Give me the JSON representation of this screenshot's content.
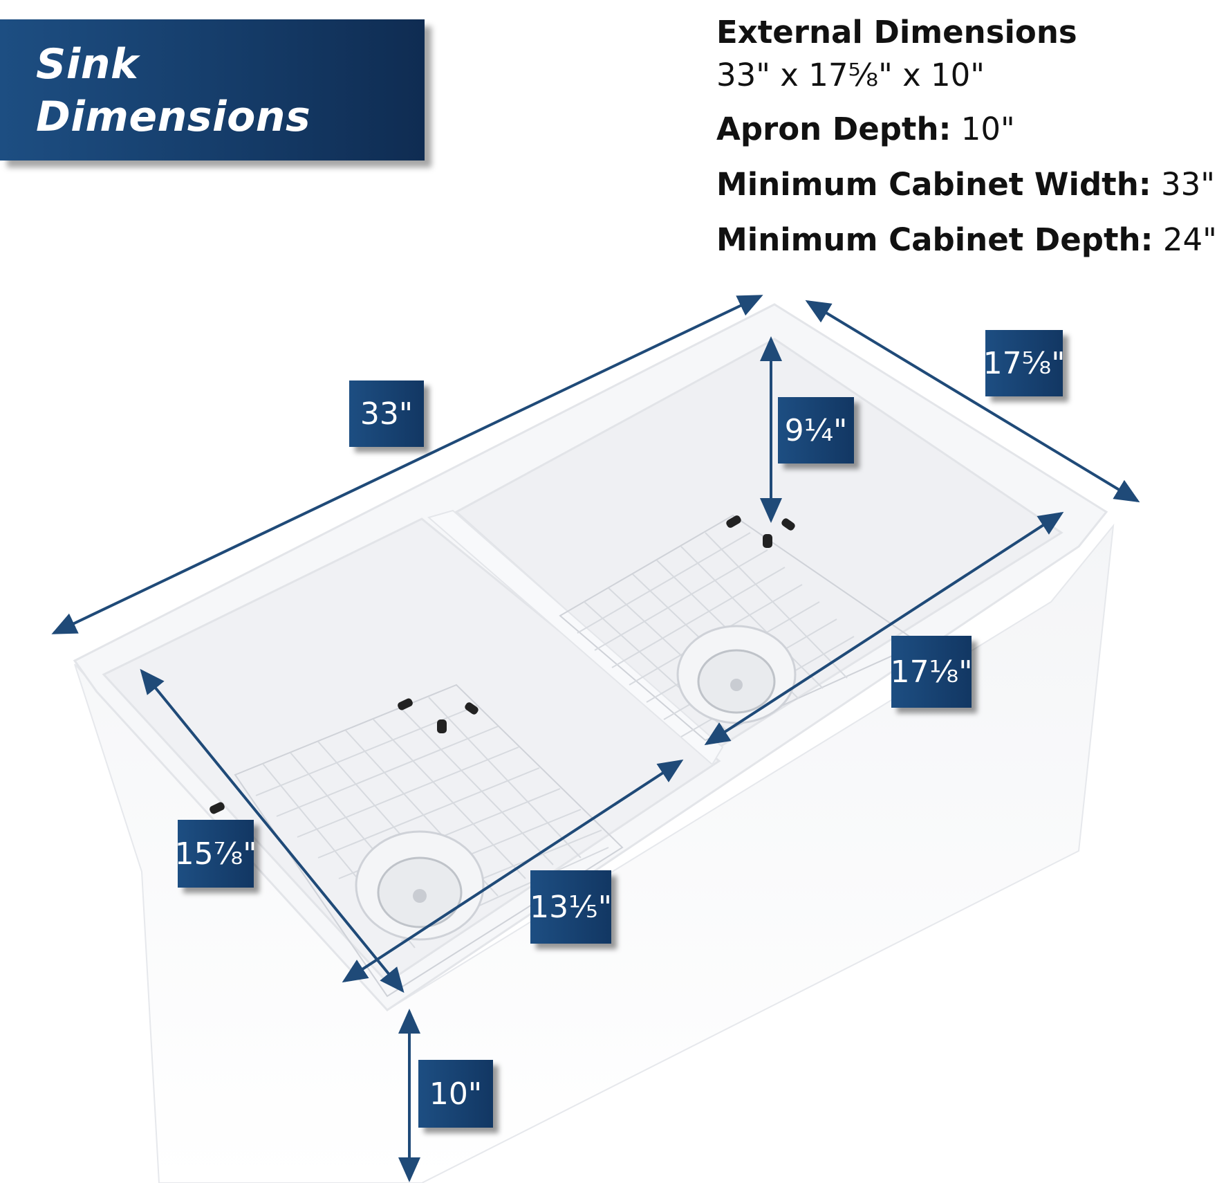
{
  "banner": {
    "line1": "Sink",
    "line2": "Dimensions"
  },
  "specs": [
    {
      "label": "External Dimensions",
      "value": ""
    },
    {
      "label": "",
      "value": "33\" x 17⅝\" x 10\""
    },
    {
      "label": "Apron Depth:",
      "value": " 10\""
    },
    {
      "label": "Minimum Cabinet Width:",
      "value": " 33\""
    },
    {
      "label": "Minimum Cabinet Depth:",
      "value": " 24\""
    }
  ],
  "labels": {
    "overall_width": "33\"",
    "overall_depth": "17⁵⁄₈\"",
    "bowl_depth": "9¹⁄₄\"",
    "right_bowl_length": "17¹⁄₈\"",
    "left_bowl_length": "15⁷⁄₈\"",
    "left_bowl_width": "13¹⁄₅\"",
    "apron_height": "10\""
  },
  "colors": {
    "accent": "#153c69",
    "arrow": "#1f4a78",
    "sink_body": "#f3f4f6",
    "sink_shadow": "#e2e4e8"
  }
}
